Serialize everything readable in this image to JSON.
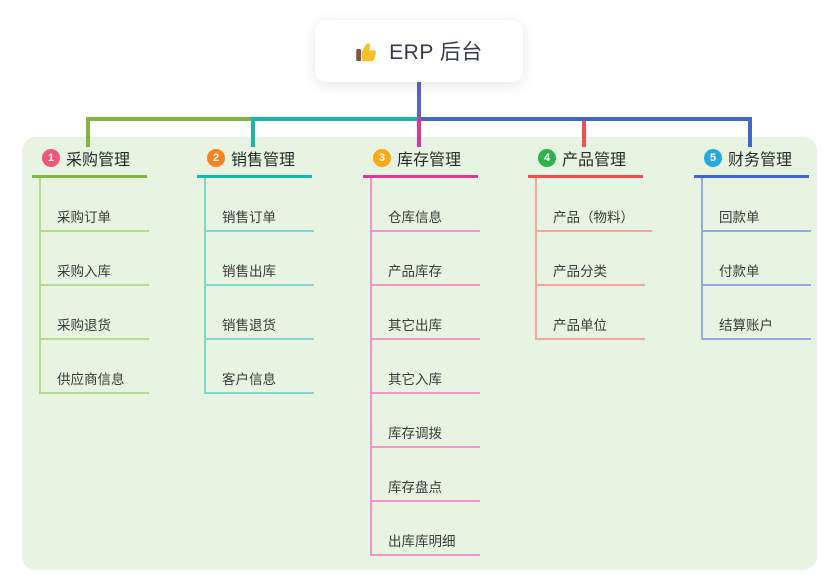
{
  "root": {
    "label": "ERP 后台",
    "icon": "thumbs-up-icon",
    "line_color": "#5565c9",
    "card_background": "#ffffff",
    "text_color": "#353c48"
  },
  "board": {
    "background": "#e6f4e1"
  },
  "branches": [
    {
      "num": "1",
      "label": "采购管理",
      "badge_color": "#f2557c",
      "line_color": "#82b440",
      "child_line_color": "#b5d98e",
      "children": [
        "采购订单",
        "采购入库",
        "采购退货",
        "供应商信息"
      ]
    },
    {
      "num": "2",
      "label": "销售管理",
      "badge_color": "#f8821c",
      "line_color": "#19b6ae",
      "child_line_color": "#7fd5cf",
      "children": [
        "销售订单",
        "销售出库",
        "销售退货",
        "客户信息"
      ]
    },
    {
      "num": "3",
      "label": "库存管理",
      "badge_color": "#fba917",
      "line_color": "#d6399b",
      "child_line_color": "#f095c5",
      "children": [
        "仓库信息",
        "产品库存",
        "其它出库",
        "其它入库",
        "库存调拨",
        "库存盘点",
        "出库库明细"
      ]
    },
    {
      "num": "4",
      "label": "产品管理",
      "badge_color": "#2eb24c",
      "line_color": "#f0504d",
      "child_line_color": "#f7a3a1",
      "children": [
        "产品（物料）",
        "产品分类",
        "产品单位"
      ]
    },
    {
      "num": "5",
      "label": "财务管理",
      "badge_color": "#29a8e0",
      "line_color": "#3e68d0",
      "child_line_color": "#92a9e6",
      "children": [
        "回款单",
        "付款单",
        "结算账户"
      ]
    }
  ]
}
